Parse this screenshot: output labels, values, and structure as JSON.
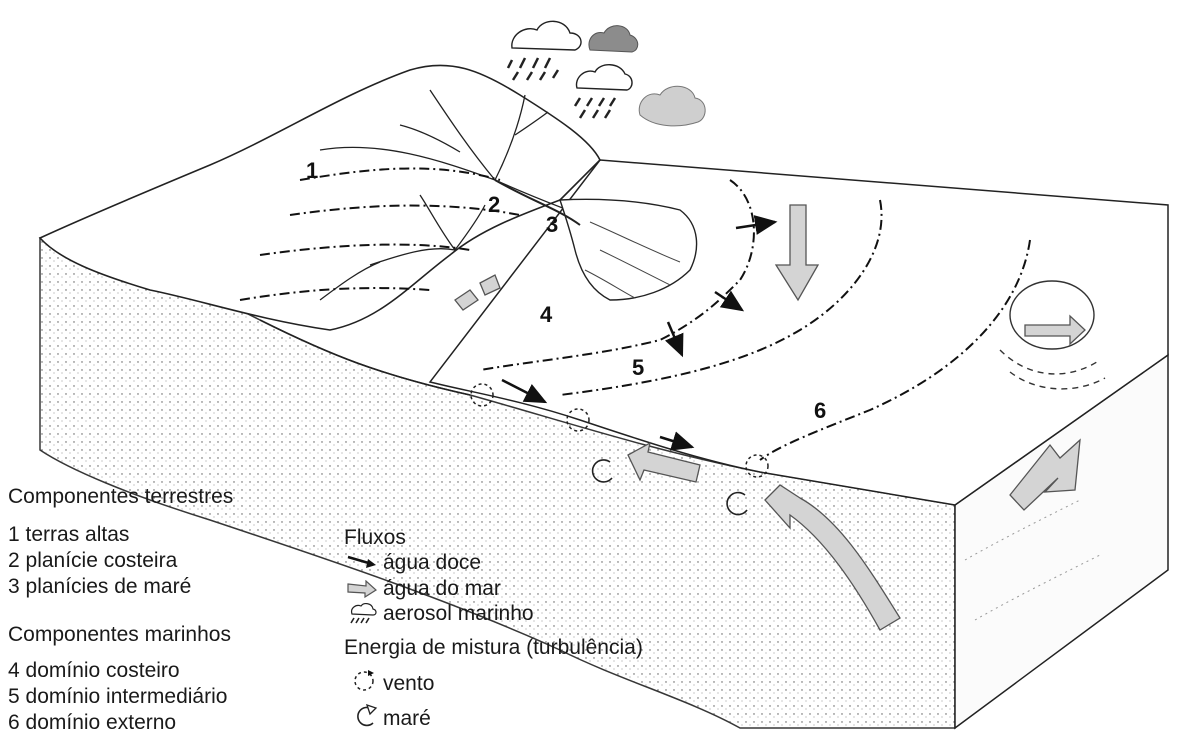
{
  "zones": {
    "z1": "1",
    "z2": "2",
    "z3": "3",
    "z4": "4",
    "z5": "5",
    "z6": "6"
  },
  "legend": {
    "terrestrial_heading": "Componentes terrestres",
    "terrestrial": [
      "1 terras altas",
      "2 planície costeira",
      "3 planícies de maré"
    ],
    "marine_heading": "Componentes marinhos",
    "marine": [
      "4 domínio costeiro",
      "5 domínio intermediário",
      "6 domínio externo"
    ],
    "flows_heading": "Fluxos",
    "flows": [
      {
        "label": "água doce",
        "icon": "fresh-water-arrow-icon"
      },
      {
        "label": "água do mar",
        "icon": "seawater-arrow-icon"
      },
      {
        "label": "aerosol marinho",
        "icon": "marine-aerosol-icon"
      }
    ],
    "mixing_heading": "Energia de mistura (turbulência)",
    "mixing": [
      {
        "label": "vento",
        "icon": "wind-mixing-icon"
      },
      {
        "label": "maré",
        "icon": "tide-mixing-icon"
      }
    ]
  },
  "colors": {
    "ink": "#1a1a1a",
    "arrow_fill": "#d4d4d4",
    "cloud_dark": "#8c8c8c",
    "cloud_light": "#cfcfcf"
  }
}
